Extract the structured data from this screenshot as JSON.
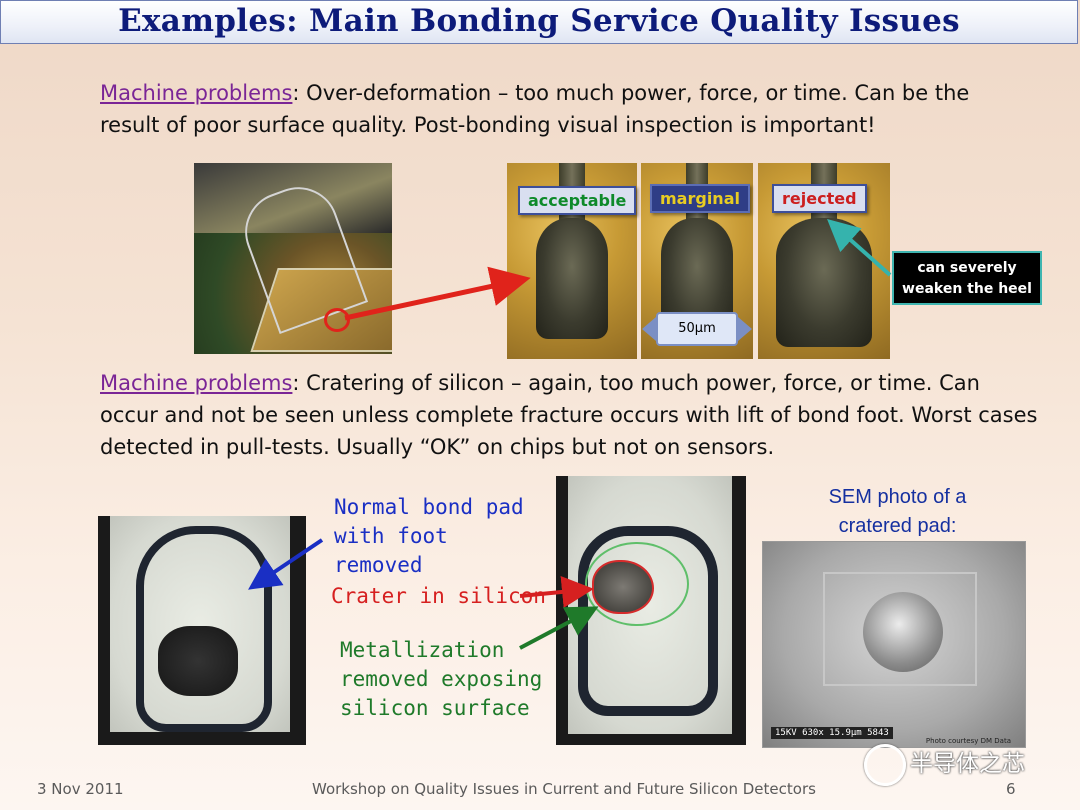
{
  "title": "Examples: Main Bonding Service Quality Issues",
  "paragraph1": {
    "lead": "Machine problems",
    "text": ": Over-deformation – too much power, force, or time. Can be the result of poor surface quality. Post-bonding visual inspection is important!"
  },
  "labels": {
    "acceptable": "acceptable",
    "marginal": "marginal",
    "rejected": "rejected",
    "scale": "50µm",
    "note": "can severely weaken the heel"
  },
  "label_colors": {
    "acceptable": "#0e8a2a",
    "marginal": "#d8bd1e",
    "rejected": "#cc1f1f"
  },
  "paragraph2": {
    "lead": "Machine problems",
    "text": ": Cratering of silicon – again, too much power, force, or time. Can occur and not be seen unless complete fracture occurs with lift of bond foot. Worst cases detected in pull-tests. Usually “OK” on chips but not on sensors."
  },
  "annotations": {
    "normal_pad": [
      "Normal bond pad",
      "with foot",
      "removed"
    ],
    "crater": "Crater in silicon",
    "metallization": [
      "Metallization",
      "removed exposing",
      "silicon surface"
    ]
  },
  "sem": {
    "caption": [
      "SEM photo of a",
      "cratered pad:"
    ],
    "scale_bar": "15KV   630x   15.9µm   5843",
    "credit": "Photo courtesy DM Data"
  },
  "footer": {
    "date": "3 Nov 2011",
    "workshop": "Workshop on Quality Issues in Current and Future Silicon Detectors",
    "page": "6"
  },
  "watermark": "半导体之芯",
  "icons": [
    "arrow-red",
    "arrow-teal",
    "arrow-blue",
    "arrow-green",
    "double-arrow",
    "wechat-icon"
  ]
}
